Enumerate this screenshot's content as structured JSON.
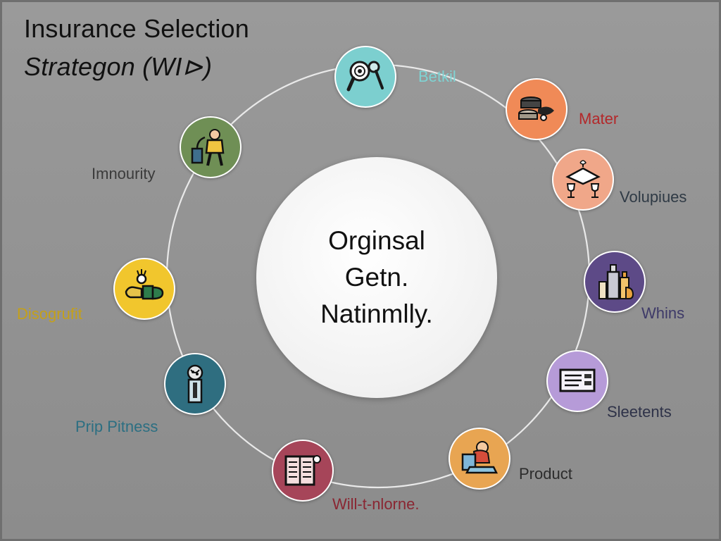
{
  "title": {
    "line1": "Insurance Selection",
    "line2": "Strategon (WI⊳)"
  },
  "center": {
    "lines": [
      "Orginsal",
      "Getn.",
      "Natinmlly."
    ]
  },
  "nodes": [
    {
      "name": "betkil",
      "label": "Betkil",
      "color": "#7ccfcf",
      "label_color": "#7fd3d3",
      "icon": "magnifier-icon"
    },
    {
      "name": "mater",
      "label": "Mater",
      "color": "#f08a57",
      "label_color": "#b3282a",
      "icon": "coins-icon"
    },
    {
      "name": "volupiues",
      "label": "Volupiues",
      "color": "#f0a789",
      "label_color": "#2f3a45",
      "icon": "wine-glasses-icon"
    },
    {
      "name": "whins",
      "label": "Whins",
      "color": "#5d4a87",
      "label_color": "#3e3a68",
      "icon": "bottles-icon"
    },
    {
      "name": "sleetents",
      "label": "Sleetents",
      "color": "#b69bd8",
      "label_color": "#2e3248",
      "icon": "document-panel-icon"
    },
    {
      "name": "product",
      "label": "Product",
      "color": "#e8a552",
      "label_color": "#2c2c2c",
      "icon": "person-laptop-icon"
    },
    {
      "name": "will",
      "label": "Will-t-nlorne.",
      "color": "#a64559",
      "label_color": "#8a2632",
      "icon": "ledger-icon"
    },
    {
      "name": "prip",
      "label": "Prip Pitness",
      "color": "#2f6e80",
      "label_color": "#2c6f82",
      "icon": "gauge-icon"
    },
    {
      "name": "disogrufit",
      "label": "Disogrufit",
      "color": "#f1c62d",
      "label_color": "#c4a01a",
      "icon": "hand-device-icon"
    },
    {
      "name": "immourity",
      "label": "Imnourity",
      "color": "#6f8f55",
      "label_color": "#3b3b3b",
      "icon": "worker-icon"
    }
  ]
}
